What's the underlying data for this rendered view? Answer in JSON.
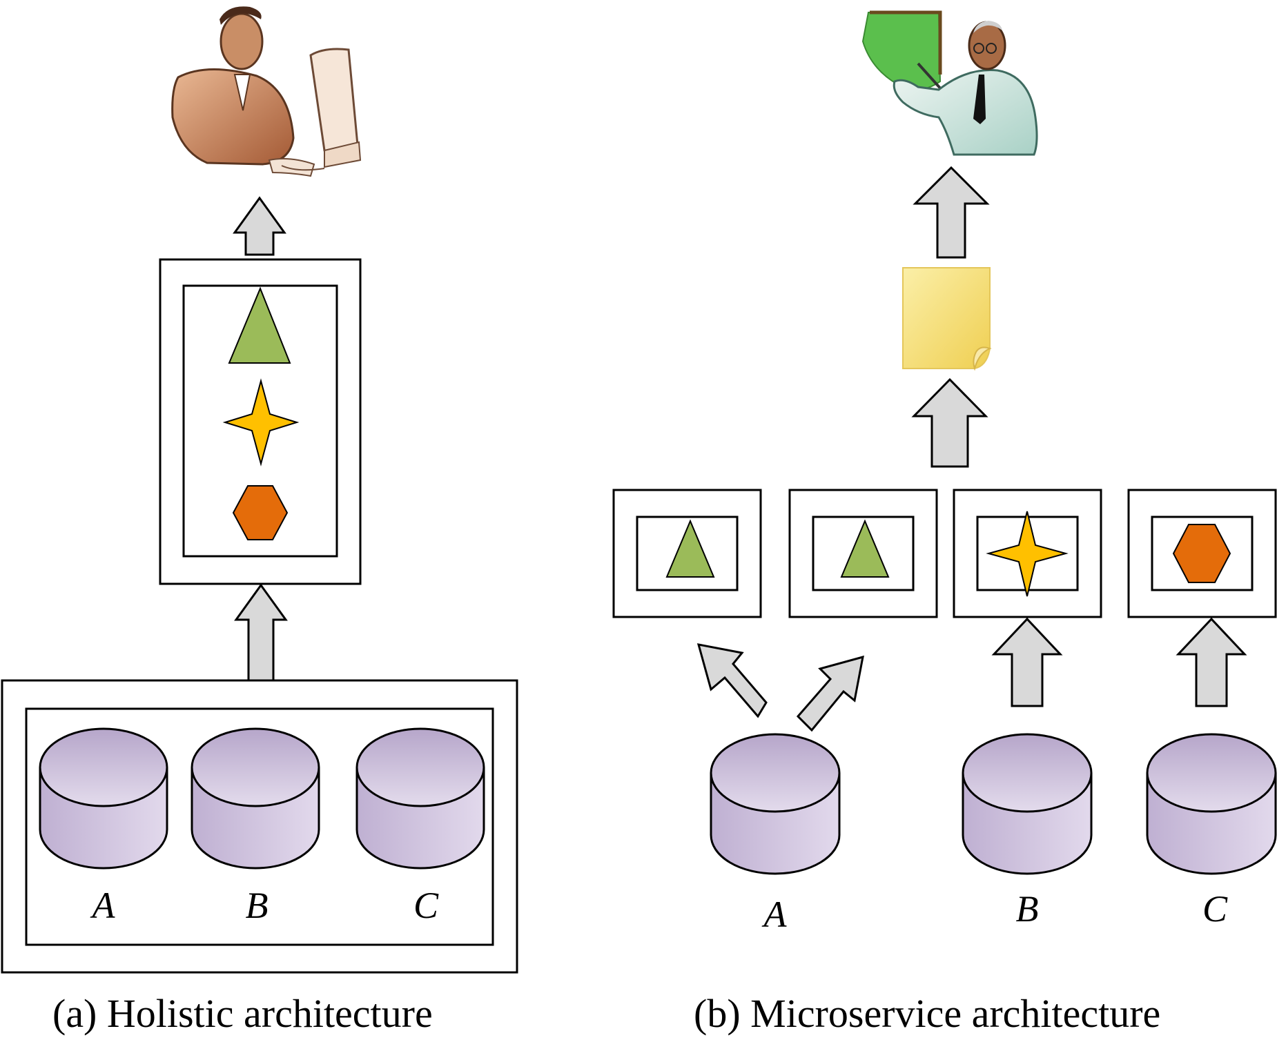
{
  "panel_a": {
    "caption": "(a)  Holistic architecture",
    "databases": [
      {
        "label": "A"
      },
      {
        "label": "B"
      },
      {
        "label": "C"
      }
    ],
    "service_shapes": [
      "triangle",
      "four-point-star",
      "hexagon"
    ],
    "user_icon": "person-at-computer-icon"
  },
  "panel_b": {
    "caption": "(b)  Microservice architecture",
    "databases": [
      {
        "label": "A"
      },
      {
        "label": "B"
      },
      {
        "label": "C"
      }
    ],
    "services": [
      "triangle",
      "triangle",
      "four-point-star",
      "hexagon"
    ],
    "aggregator_icon": "sticky-note-icon",
    "user_icon": "presenter-icon"
  },
  "colors": {
    "triangle": "#9bbb59",
    "star": "#ffc000",
    "hexagon": "#e46c0a",
    "database_top": "#b9a9cc",
    "database_side": "#cfc3de",
    "arrow_fill": "#d9d9d9",
    "sticky_note": "#f6df77",
    "green_board": "#5bbf4d"
  }
}
